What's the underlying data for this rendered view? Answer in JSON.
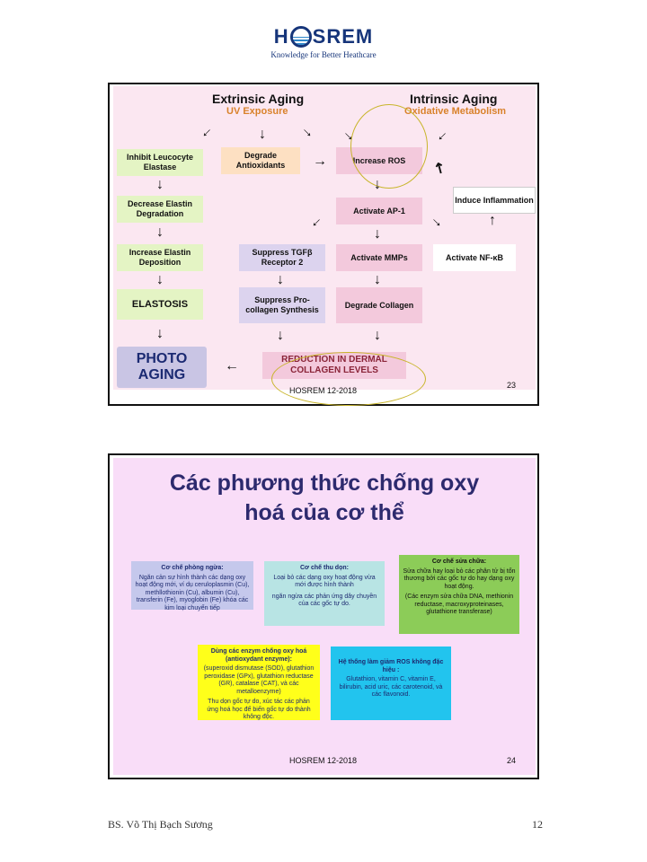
{
  "header": {
    "logo_h": "H",
    "logo_rest": "SREM",
    "tagline": "Knowledge for Better Heathcare"
  },
  "slide1": {
    "extrinsic_title": "Extrinsic Aging",
    "extrinsic_sub": "UV Exposure",
    "intrinsic_title": "Intrinsic Aging",
    "intrinsic_sub": "Oxidative Metabolism",
    "boxes": {
      "inhibit": "Inhibit Leucocyte Elastase",
      "degrade_antiox": "Degrade Antioxidants",
      "increase_ros": "Increase ROS",
      "decrease_elastin": "Decrease Elastin Degradation",
      "activate_ap1": "Activate AP-1",
      "induce_inflam": "Induce Inflammation",
      "increase_elastin": "Increase Elastin Deposition",
      "suppress_tgf": "Suppress TGFβ Receptor 2",
      "activate_mmps": "Activate MMPs",
      "activate_nfkb": "Activate NF-κB",
      "elastosis": "ELASTOSIS",
      "suppress_procollagen": "Suppress Pro-collagen Synthesis",
      "degrade_collagen": "Degrade Collagen",
      "photo_aging": "PHOTO AGING",
      "reduction": "REDUCTION IN DERMAL COLLAGEN LEVELS"
    },
    "slide_number": "23",
    "footer": "HOSREM 12-2018"
  },
  "slide2": {
    "title_line1": "Các phương thức chống oxy",
    "title_line2": "hoá của cơ thể",
    "card_prevent": {
      "title": "Cơ chế phòng ngừa:",
      "body": "Ngăn cản sự hình thành các dạng oxy hoạt động mới, ví dụ ceruloplasmin (Cu), methllothionin (Cu), albumin (Cu), transferin (Fe), myoglobin (Fe) khóa các kim loại chuyển tiếp"
    },
    "card_cleanup": {
      "title": "Cơ chế thu dọn:",
      "body1": "Loại bỏ các dạng oxy hoạt động vừa mới được hình thành",
      "body2": "ngăn ngừa các phản ứng dây chuyền của các gốc tự do."
    },
    "card_repair": {
      "title": "Cơ chế sửa chữa:",
      "body1": "Sửa chữa hay loại bỏ các phân tử bị tổn thương bởi các gốc tự do hay dạng oxy hoạt động.",
      "body2": "(Các enzym sửa chữa DNA, methionin reductase, macroxyproteinases, glutathione transferase)"
    },
    "card_enzyme": {
      "title": "Dùng các enzym chống oxy hoá (antioxydant enzyme):",
      "body1": "(superoxid dismutase (SOD), glutathion peroxidase (GPx), glutathion reductase (GR), catalase (CAT), và các metalloenzyme)",
      "body2": "Thu dọn gốc tự do, xúc tác các phản ứng hoá học để biến gốc tự do thành không độc."
    },
    "card_nonspecific": {
      "title": "Hệ thống làm giảm ROS không đặc hiệu :",
      "body": "Glutathion, vitamin C, vitamin E, bilirubin, acid uric, các carotenoid, và các flavonoid."
    },
    "footer": "HOSREM 12-2018",
    "slide_number": "24"
  },
  "page_footer": {
    "author": "BS. Võ Thị Bạch Sương",
    "page_number": "12"
  },
  "colors": {
    "brand": "#16357a",
    "title": "#2d2a6e",
    "accent_orange": "#d9822b"
  }
}
